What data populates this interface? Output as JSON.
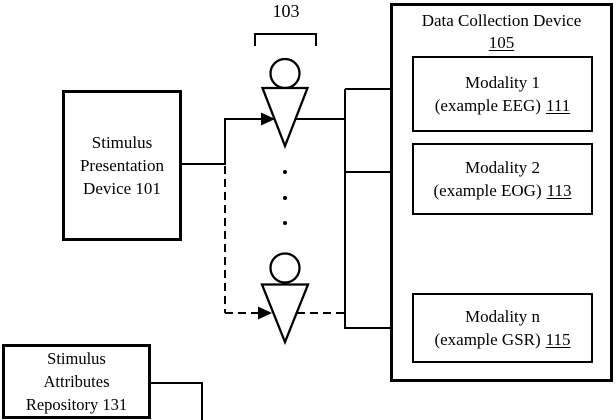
{
  "figure": {
    "colors": {
      "line": "#000000",
      "background": "#ffffff",
      "text": "#000000"
    },
    "labels": {
      "participants_group": "103"
    },
    "stimulus_device": {
      "line1": "Stimulus",
      "line2": "Presentation",
      "line3": "Device 101"
    },
    "data_collection_device": {
      "title": "Data Collection Device",
      "ref": "105",
      "modalities": [
        {
          "name": "Modality 1",
          "example": "(example EEG)",
          "ref": "111"
        },
        {
          "name": "Modality 2",
          "example": "(example EOG)",
          "ref": "113"
        },
        {
          "name": "Modality n",
          "example": "(example GSR)",
          "ref": "115"
        }
      ]
    },
    "repository": {
      "line1": "Stimulus",
      "line2": "Attributes",
      "line3": "Repository 131"
    }
  }
}
